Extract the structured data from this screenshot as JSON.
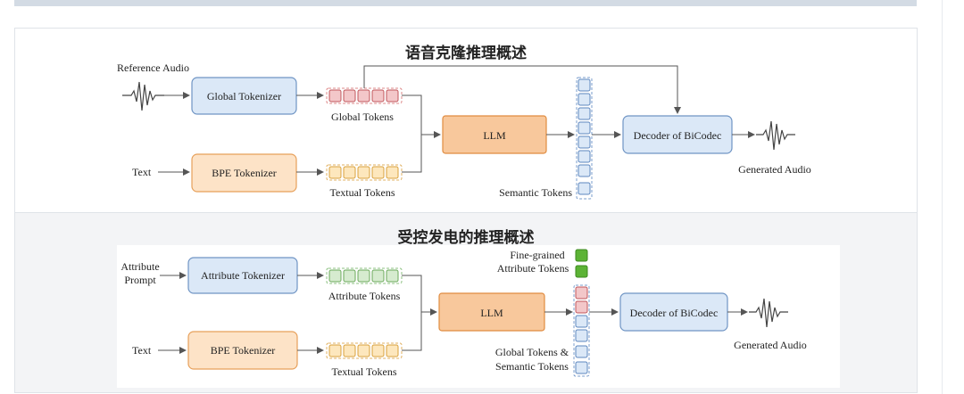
{
  "page": {
    "colors": {
      "border": "#dfe3e8",
      "panel2_bg": "#f3f4f6",
      "blue_box": "#dbe8f7",
      "blue_stroke": "#6f94c4",
      "orange_box": "#fde3c7",
      "orange_stroke": "#e7a05a",
      "llm_box": "#f8c89c",
      "red_token": "#f3c7c9",
      "yellow_token": "#fde7bd",
      "green_token": "#d6ebcf",
      "dark_green_token": "#5cb335"
    }
  },
  "diagram1": {
    "title": "语音克隆推理概述",
    "reference_audio": "Reference Audio",
    "global_tokenizer": "Global Tokenizer",
    "global_tokens": "Global Tokens",
    "text": "Text",
    "bpe_tokenizer": "BPE Tokenizer",
    "textual_tokens": "Textual Tokens",
    "llm": "LLM",
    "semantic_tokens": "Semantic Tokens",
    "decoder": "Decoder of BiCodec",
    "generated_audio": "Generated Audio"
  },
  "diagram2": {
    "title": "受控发电的推理概述",
    "attribute_prompt_line1": "Attribute",
    "attribute_prompt_line2": "Prompt",
    "attribute_tokenizer": "Attribute Tokenizer",
    "attribute_tokens": "Attribute Tokens",
    "text": "Text",
    "bpe_tokenizer": "BPE Tokenizer",
    "textual_tokens": "Textual Tokens",
    "llm": "LLM",
    "fine_grained_line1": "Fine-grained",
    "fine_grained_line2": "Attribute Tokens",
    "global_semantic_line1": "Global Tokens &",
    "global_semantic_line2": "Semantic Tokens",
    "decoder": "Decoder of BiCodec",
    "generated_audio": "Generated Audio"
  }
}
